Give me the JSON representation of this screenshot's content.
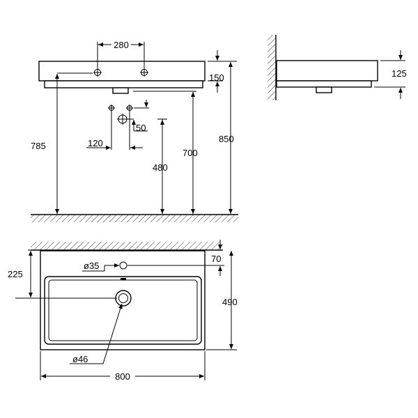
{
  "dimensions": {
    "tap_hole_spacing": "280",
    "rim_thickness": "150",
    "side_rim_height": "125",
    "waste_pipe_offset": "50",
    "pipe_spacing": "120",
    "supply_height": "785",
    "waste_outlet_height": "480",
    "basin_underside_height": "700",
    "basin_rim_height": "850",
    "overflow_diameter": "ø35",
    "overflow_offset": "70",
    "wall_to_drain": "225",
    "basin_depth": "490",
    "drain_diameter": "ø46",
    "basin_width": "800"
  }
}
